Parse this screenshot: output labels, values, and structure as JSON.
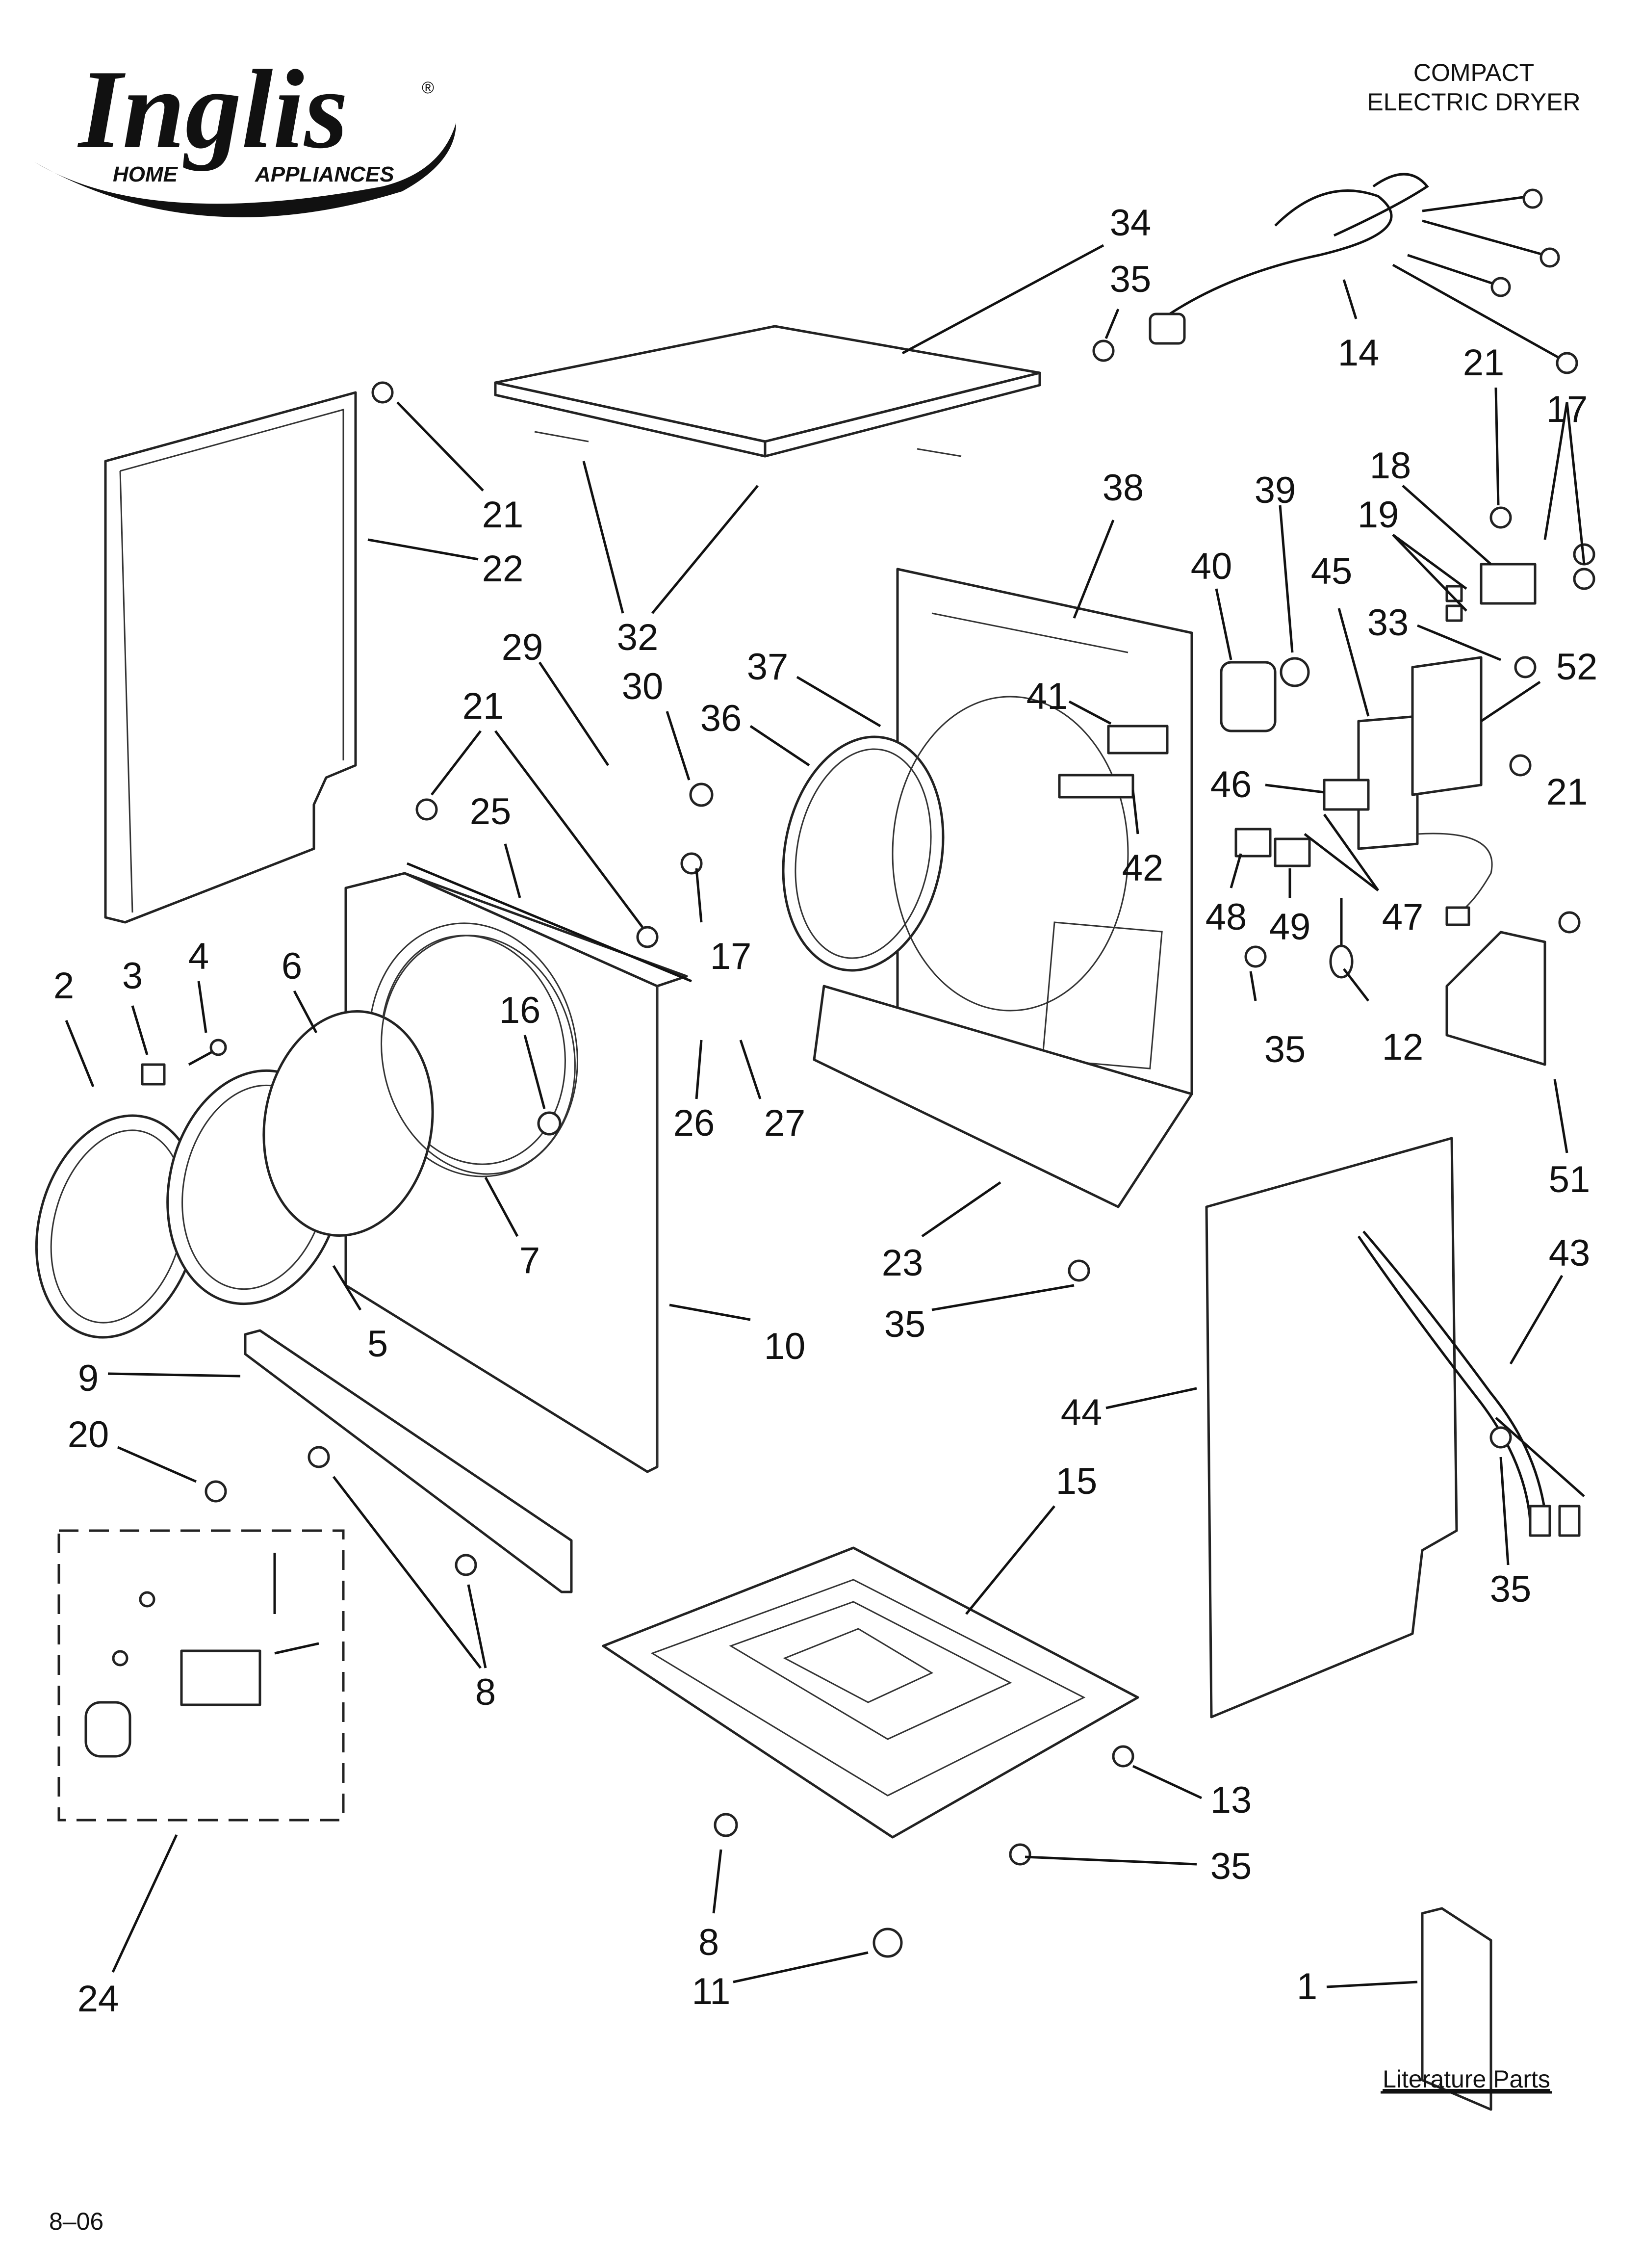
{
  "header": {
    "brand_name": "Inglis",
    "brand_subtitle_left": "HOME",
    "brand_subtitle_right": "APPLIANCES",
    "registered_mark": "®",
    "product_line1": "COMPACT",
    "product_line2": "ELECTRIC DRYER"
  },
  "footer": {
    "date_code": "8–06",
    "literature_caption": "Literature Parts"
  },
  "callouts": [
    {
      "number": "34"
    },
    {
      "number": "35"
    },
    {
      "number": "14"
    },
    {
      "number": "21"
    },
    {
      "number": "17"
    },
    {
      "number": "18"
    },
    {
      "number": "19"
    },
    {
      "number": "38"
    },
    {
      "number": "39"
    },
    {
      "number": "40"
    },
    {
      "number": "45"
    },
    {
      "number": "33"
    },
    {
      "number": "52"
    },
    {
      "number": "21"
    },
    {
      "number": "22"
    },
    {
      "number": "32"
    },
    {
      "number": "29"
    },
    {
      "number": "30"
    },
    {
      "number": "37"
    },
    {
      "number": "36"
    },
    {
      "number": "41"
    },
    {
      "number": "46"
    },
    {
      "number": "21"
    },
    {
      "number": "21"
    },
    {
      "number": "25"
    },
    {
      "number": "17"
    },
    {
      "number": "42"
    },
    {
      "number": "48"
    },
    {
      "number": "49"
    },
    {
      "number": "47"
    },
    {
      "number": "6"
    },
    {
      "number": "4"
    },
    {
      "number": "3"
    },
    {
      "number": "2"
    },
    {
      "number": "16"
    },
    {
      "number": "35"
    },
    {
      "number": "12"
    },
    {
      "number": "26"
    },
    {
      "number": "27"
    },
    {
      "number": "51"
    },
    {
      "number": "7"
    },
    {
      "number": "23"
    },
    {
      "number": "43"
    },
    {
      "number": "5"
    },
    {
      "number": "10"
    },
    {
      "number": "35"
    },
    {
      "number": "9"
    },
    {
      "number": "44"
    },
    {
      "number": "20"
    },
    {
      "number": "15"
    },
    {
      "number": "35"
    },
    {
      "number": "8"
    },
    {
      "number": "13"
    },
    {
      "number": "35"
    },
    {
      "number": "24"
    },
    {
      "number": "8"
    },
    {
      "number": "11"
    },
    {
      "number": "1"
    }
  ]
}
